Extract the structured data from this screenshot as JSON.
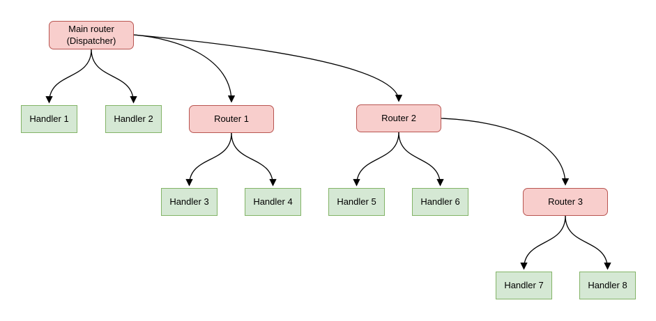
{
  "diagram": {
    "type": "flowchart-tree",
    "colors": {
      "router_fill": "#F8CECC",
      "router_border": "#B85450",
      "handler_fill": "#D5E8D4",
      "handler_border": "#82B366",
      "edge": "#000000",
      "background": "#FFFFFF",
      "text": "#000000"
    },
    "nodes": [
      {
        "id": "main",
        "label": "Main router\n(Dispatcher)",
        "kind": "router"
      },
      {
        "id": "h1",
        "label": "Handler 1",
        "kind": "handler"
      },
      {
        "id": "h2",
        "label": "Handler 2",
        "kind": "handler"
      },
      {
        "id": "r1",
        "label": "Router 1",
        "kind": "router"
      },
      {
        "id": "r2",
        "label": "Router 2",
        "kind": "router"
      },
      {
        "id": "h3",
        "label": "Handler 3",
        "kind": "handler"
      },
      {
        "id": "h4",
        "label": "Handler 4",
        "kind": "handler"
      },
      {
        "id": "h5",
        "label": "Handler 5",
        "kind": "handler"
      },
      {
        "id": "h6",
        "label": "Handler 6",
        "kind": "handler"
      },
      {
        "id": "r3",
        "label": "Router 3",
        "kind": "router"
      },
      {
        "id": "h7",
        "label": "Handler 7",
        "kind": "handler"
      },
      {
        "id": "h8",
        "label": "Handler 8",
        "kind": "handler"
      }
    ],
    "edges": [
      {
        "from": "Main router (Dispatcher)",
        "to": "Handler 1"
      },
      {
        "from": "Main router (Dispatcher)",
        "to": "Handler 2"
      },
      {
        "from": "Main router (Dispatcher)",
        "to": "Router 1"
      },
      {
        "from": "Main router (Dispatcher)",
        "to": "Router 2"
      },
      {
        "from": "Router 1",
        "to": "Handler 3"
      },
      {
        "from": "Router 1",
        "to": "Handler 4"
      },
      {
        "from": "Router 2",
        "to": "Handler 5"
      },
      {
        "from": "Router 2",
        "to": "Handler 6"
      },
      {
        "from": "Router 2",
        "to": "Router 3"
      },
      {
        "from": "Router 3",
        "to": "Handler 7"
      },
      {
        "from": "Router 3",
        "to": "Handler 8"
      }
    ]
  }
}
